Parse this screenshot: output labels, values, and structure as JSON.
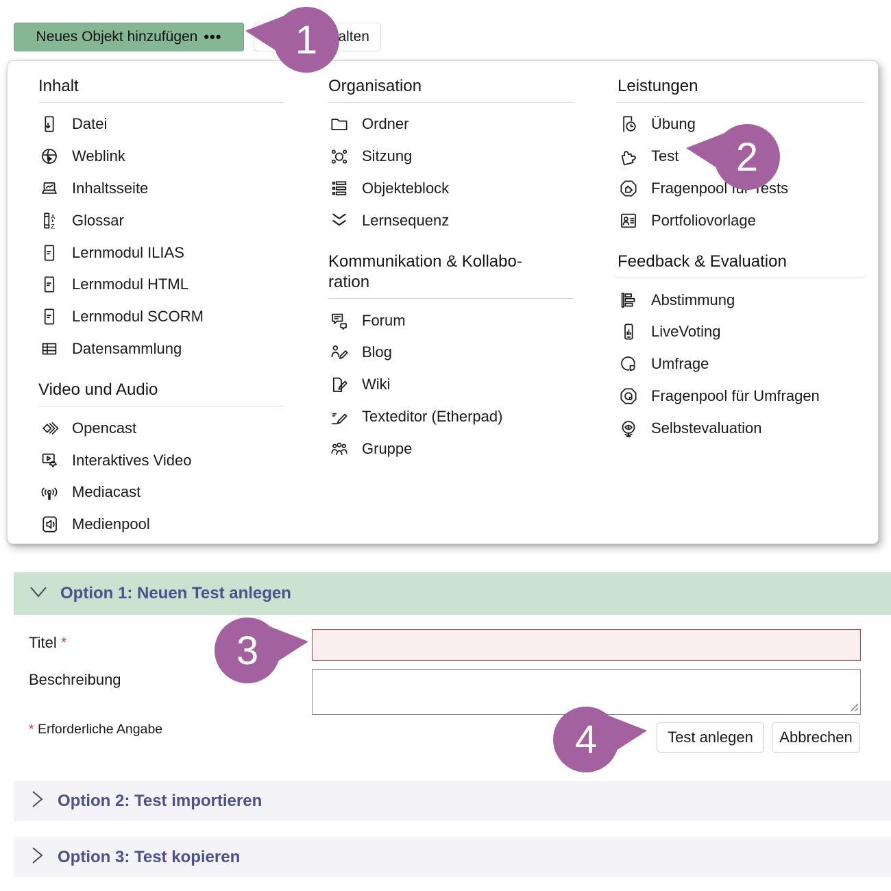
{
  "toolbar": {
    "add_label": "Neues Objekt hinzufügen",
    "add_dots": "•••",
    "secondary_label": "alten"
  },
  "menu": {
    "columns": [
      {
        "sections": [
          {
            "title": "Inhalt",
            "items": [
              {
                "icon": "file-download-icon",
                "label": "Datei"
              },
              {
                "icon": "globe-icon",
                "label": "Weblink"
              },
              {
                "icon": "content-page-icon",
                "label": "Inhaltsseite"
              },
              {
                "icon": "glossary-icon",
                "label": "Glossar"
              },
              {
                "icon": "learning-module-icon",
                "label": "Lernmodul ILIAS"
              },
              {
                "icon": "learning-module-icon",
                "label": "Lernmodul HTML"
              },
              {
                "icon": "learning-module-icon",
                "label": "Lernmodul SCORM"
              },
              {
                "icon": "table-icon",
                "label": "Datensammlung"
              }
            ]
          },
          {
            "title": "Video und Audio",
            "items": [
              {
                "icon": "opencast-icon",
                "label": "Opencast"
              },
              {
                "icon": "interactive-video-icon",
                "label": "Interaktives Video"
              },
              {
                "icon": "mediacast-icon",
                "label": "Mediacast"
              },
              {
                "icon": "mediapool-icon",
                "label": "Medienpool"
              }
            ]
          }
        ]
      },
      {
        "sections": [
          {
            "title": "Organisation",
            "items": [
              {
                "icon": "folder-icon",
                "label": "Ordner"
              },
              {
                "icon": "session-icon",
                "label": "Sitzung"
              },
              {
                "icon": "object-block-icon",
                "label": "Objekteblock"
              },
              {
                "icon": "sequence-icon",
                "label": "Lernsequenz"
              }
            ]
          },
          {
            "title": "Kommunikation & Kollabo­ration",
            "items": [
              {
                "icon": "forum-icon",
                "label": "Forum"
              },
              {
                "icon": "blog-icon",
                "label": "Blog"
              },
              {
                "icon": "wiki-icon",
                "label": "Wiki"
              },
              {
                "icon": "etherpad-icon",
                "label": "Texteditor (Etherpad)"
              },
              {
                "icon": "group-icon",
                "label": "Gruppe"
              }
            ]
          }
        ]
      },
      {
        "sections": [
          {
            "title": "Leistungen",
            "items": [
              {
                "icon": "exercise-icon",
                "label": "Übung"
              },
              {
                "icon": "puzzle-icon",
                "label": "Test"
              },
              {
                "icon": "puzzle-pool-icon",
                "label": "Fragenpool für Tests"
              },
              {
                "icon": "portfolio-icon",
                "label": "Portfoliovorlage"
              }
            ]
          },
          {
            "title": "Feedback & Evaluation",
            "items": [
              {
                "icon": "poll-icon",
                "label": "Abstimmung"
              },
              {
                "icon": "livevoting-icon",
                "label": "LiveVoting"
              },
              {
                "icon": "pie-icon",
                "label": "Umfrage"
              },
              {
                "icon": "pie-pool-icon",
                "label": "Fragenpool für Umfragen"
              },
              {
                "icon": "self-evaluation-icon",
                "label": "Selbstevaluation"
              }
            ]
          }
        ]
      }
    ]
  },
  "annotations": {
    "color": "#a3629f",
    "markers": [
      {
        "number": "1"
      },
      {
        "number": "2"
      },
      {
        "number": "3"
      },
      {
        "number": "4"
      }
    ]
  },
  "form": {
    "option1_title": "Option 1: Neuen Test anlegen",
    "title_label": "Titel",
    "required_star": "*",
    "title_value": "",
    "description_label": "Beschreibung",
    "description_value": "",
    "required_note": "Erforderliche Angabe",
    "submit_label": "Test anlegen",
    "cancel_label": "Abbrechen"
  },
  "accordions": [
    {
      "title": "Option 2: Test importieren"
    },
    {
      "title": "Option 3: Test kopieren"
    }
  ],
  "colors": {
    "marker_purple": "#a3629f",
    "add_button_green": "#85b794",
    "option1_bar_green": "#cbe2d1",
    "heading_purple": "#4c508c",
    "required_red": "#b04a4a",
    "accordion_lavender": "#f4f3f7"
  }
}
